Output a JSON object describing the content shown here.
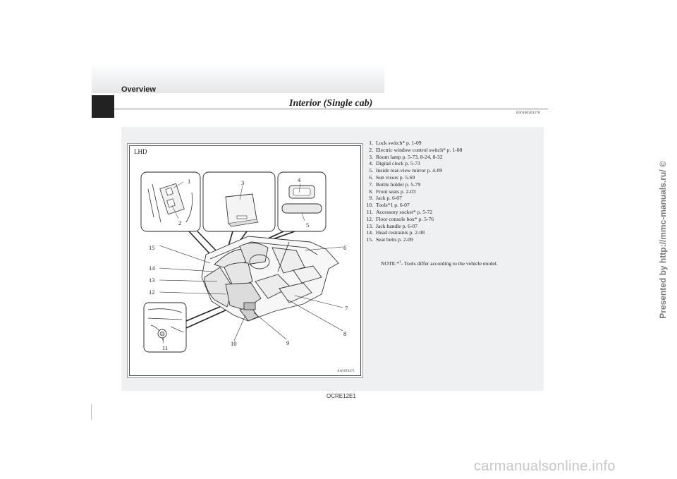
{
  "header": {
    "section_label": "Overview",
    "page_title": "Interior (Single cab)",
    "doc_code": "E00100203278"
  },
  "figure": {
    "variant_label": "LHD",
    "code": "AA5010471",
    "callouts": [
      "1",
      "2",
      "3",
      "4",
      "5",
      "6",
      "7",
      "8",
      "9",
      "10",
      "11",
      "12",
      "13",
      "14",
      "15"
    ]
  },
  "parts": [
    {
      "num": "1.",
      "text": "Lock switch* p. 1-09"
    },
    {
      "num": "2.",
      "text": "Electric window control switch* p. 1-08"
    },
    {
      "num": "3.",
      "text": "Room lamp p. 5-73, 8-24, 8-32"
    },
    {
      "num": "4.",
      "text": "Digital clock p. 5-73"
    },
    {
      "num": "5.",
      "text": "Inside rear-view mirror p. 4-09"
    },
    {
      "num": "6.",
      "text": "Sun visors p. 5-69"
    },
    {
      "num": "7.",
      "text": "Bottle holder p. 5-79"
    },
    {
      "num": "8.",
      "text": "Front seats p. 2-03"
    },
    {
      "num": "9.",
      "text": "Jack p. 6-07"
    },
    {
      "num": "10.",
      "text": "Tools*1 p. 6-07"
    },
    {
      "num": "11.",
      "text": "Accessory socket* p. 5-72"
    },
    {
      "num": "12.",
      "text": "Floor console box* p. 5-76"
    },
    {
      "num": "13.",
      "text": "Jack handle p. 6-07"
    },
    {
      "num": "14.",
      "text": "Head restraints p. 2-08"
    },
    {
      "num": "15.",
      "text": "Seat belts p. 2-09"
    }
  ],
  "note": {
    "prefix": "NOTE:*",
    "superscript": "1",
    "text": "- Tools differ according to the vehicle model."
  },
  "footer": {
    "code": "OCRE12E1"
  },
  "watermark": {
    "text": "Presented by http://mmc-manuals.ru/ ©"
  },
  "site_watermark": {
    "text": "carmanualsonline.info"
  }
}
